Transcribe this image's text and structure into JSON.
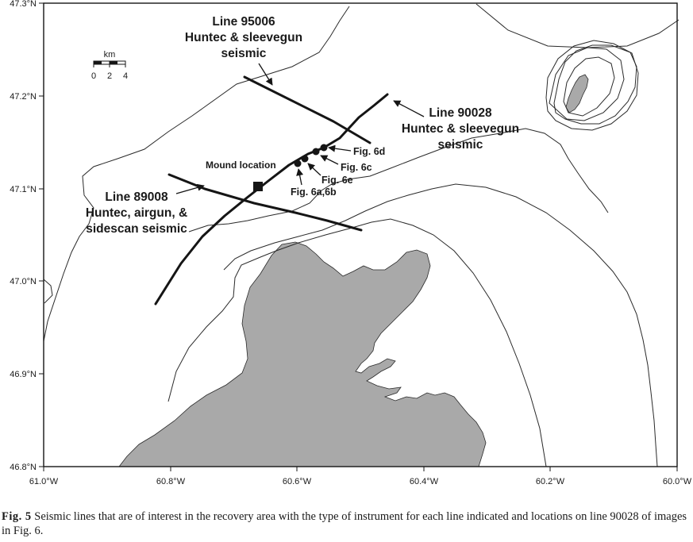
{
  "map": {
    "lat_labels": [
      "47.3°N",
      "47.2°N",
      "47.1°N",
      "47.0°N",
      "46.9°N",
      "46.8°N"
    ],
    "lon_labels": [
      "61.0°W",
      "60.8°W",
      "60.6°W",
      "60.4°W",
      "60.2°W",
      "60.0°W"
    ],
    "scale_bar": {
      "unit": "km",
      "ticks": [
        "0",
        "2",
        "4"
      ]
    },
    "lines": [
      {
        "id": "95006",
        "label_lines": [
          "Line 95006",
          "Huntec & sleevegun",
          "seismic"
        ]
      },
      {
        "id": "90028",
        "label_lines": [
          "Line 90028",
          "Huntec & sleevegun",
          "seismic"
        ]
      },
      {
        "id": "89008",
        "label_lines": [
          "Line 89008",
          "Huntec, airgun, &",
          "sidescan seismic"
        ]
      }
    ],
    "mound_label": "Mound location",
    "fig_markers": [
      "Fig. 6d",
      "Fig. 6c",
      "Fig. 6e",
      "Fig. 6a,6b"
    ],
    "colors": {
      "land": "#a9a9a9",
      "line": "#151515",
      "background": "#ffffff"
    }
  },
  "caption": {
    "fig_number": "Fig. 5",
    "text": "Seismic lines that are of interest in the recovery area with the type of instrument for each line indicated and locations on line 90028 of images in Fig. 6."
  }
}
